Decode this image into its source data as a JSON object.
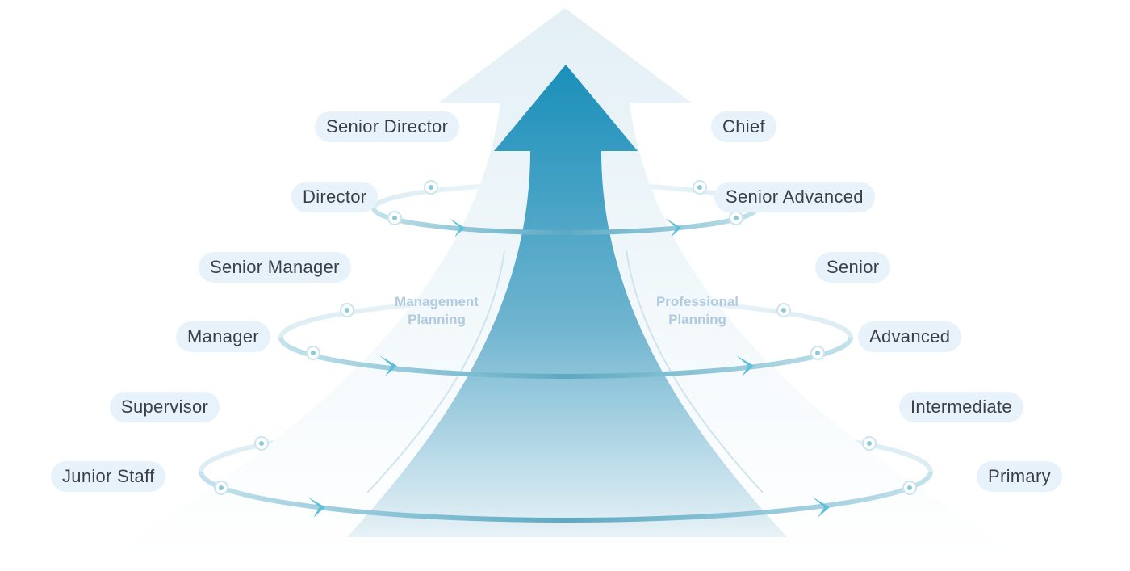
{
  "management_track": {
    "label_line1": "Management",
    "label_line2": "Planning",
    "levels": [
      "Senior Director",
      "Director",
      "Senior Manager",
      "Manager",
      "Supervisor",
      "Junior Staff"
    ]
  },
  "professional_track": {
    "label_line1": "Professional",
    "label_line2": "Planning",
    "levels": [
      "Chief",
      "Senior Advanced",
      "Senior",
      "Advanced",
      "Intermediate",
      "Primary"
    ]
  },
  "colors": {
    "arrow_top": "#1a8fba",
    "arrow_bottom": "#dcebf3",
    "ghost_arrow": "#e3f0f6",
    "ring": "#69b3cb",
    "chevron": "#5ec0da",
    "pill_bg": "#e7f2fb",
    "pill_text": "#3c3f47",
    "track_label": "#b0cbe0"
  }
}
